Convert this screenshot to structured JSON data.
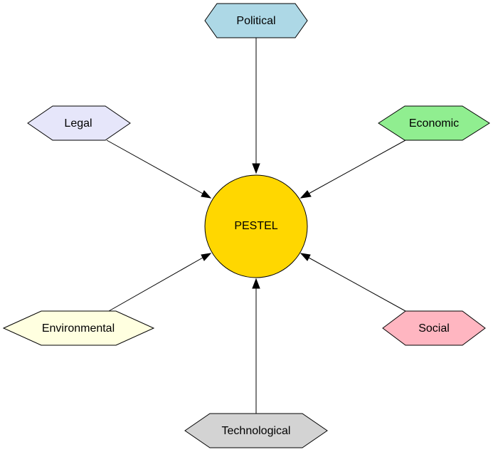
{
  "center": {
    "label": "PESTEL",
    "color": "#ffd700"
  },
  "factors": [
    {
      "key": "political",
      "label": "Political",
      "color": "#add8e6"
    },
    {
      "key": "economic",
      "label": "Economic",
      "color": "#90ee90"
    },
    {
      "key": "social",
      "label": "Social",
      "color": "#ffb6c1"
    },
    {
      "key": "technological",
      "label": "Technological",
      "color": "#d3d3d3"
    },
    {
      "key": "environmental",
      "label": "Environmental",
      "color": "#ffffe0"
    },
    {
      "key": "legal",
      "label": "Legal",
      "color": "#e6e6fa"
    }
  ],
  "edges": [
    {
      "from": "political",
      "to": "center"
    },
    {
      "from": "economic",
      "to": "center"
    },
    {
      "from": "social",
      "to": "center"
    },
    {
      "from": "technological",
      "to": "center"
    },
    {
      "from": "environmental",
      "to": "center"
    },
    {
      "from": "legal",
      "to": "center"
    }
  ]
}
